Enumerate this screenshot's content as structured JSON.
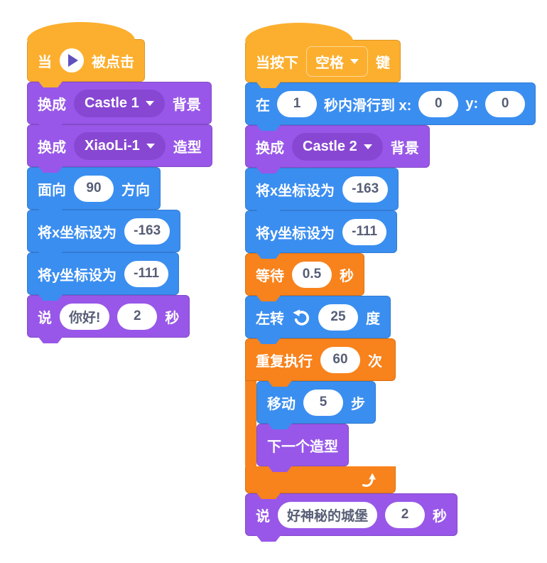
{
  "colors": {
    "motion": "#3A8EF0",
    "looks": "#9857E8",
    "looks_field": "#8847D2",
    "events": "#FCAF2E",
    "control": "#F8821B",
    "field_text": "#575E75",
    "play_triangle": "#6150BF"
  },
  "left": {
    "hat": {
      "t1": "当",
      "t2": "被点击"
    },
    "backdrop": {
      "t1": "换成",
      "dd": "Castle 1",
      "t2": "背景"
    },
    "costume": {
      "t1": "换成",
      "dd": "XiaoLi-1",
      "t2": "造型"
    },
    "direction": {
      "t1": "面向",
      "v": "90",
      "t2": "方向"
    },
    "setx": {
      "t1": "将x坐标设为",
      "v": "-163"
    },
    "sety": {
      "t1": "将y坐标设为",
      "v": "-111"
    },
    "say": {
      "t1": "说",
      "v1": "你好!",
      "v2": "2",
      "t2": "秒"
    }
  },
  "right": {
    "hat": {
      "t1": "当按下",
      "dd": "空格",
      "t2": "键"
    },
    "glide": {
      "t1": "在",
      "v1": "1",
      "t2": "秒内滑行到 x:",
      "v2": "0",
      "t3": "y:",
      "v3": "0"
    },
    "backdrop": {
      "t1": "换成",
      "dd": "Castle 2",
      "t2": "背景"
    },
    "setx": {
      "t1": "将x坐标设为",
      "v": "-163"
    },
    "sety": {
      "t1": "将y坐标设为",
      "v": "-111"
    },
    "wait": {
      "t1": "等待",
      "v": "0.5",
      "t2": "秒"
    },
    "turnleft": {
      "t1": "左转",
      "v": "25",
      "t2": "度"
    },
    "repeat": {
      "t1": "重复执行",
      "v": "60",
      "t2": "次"
    },
    "move": {
      "t1": "移动",
      "v": "5",
      "t2": "步"
    },
    "nextcostume": {
      "t1": "下一个造型"
    },
    "say": {
      "t1": "说",
      "v1": "好神秘的城堡",
      "v2": "2",
      "t2": "秒"
    }
  }
}
